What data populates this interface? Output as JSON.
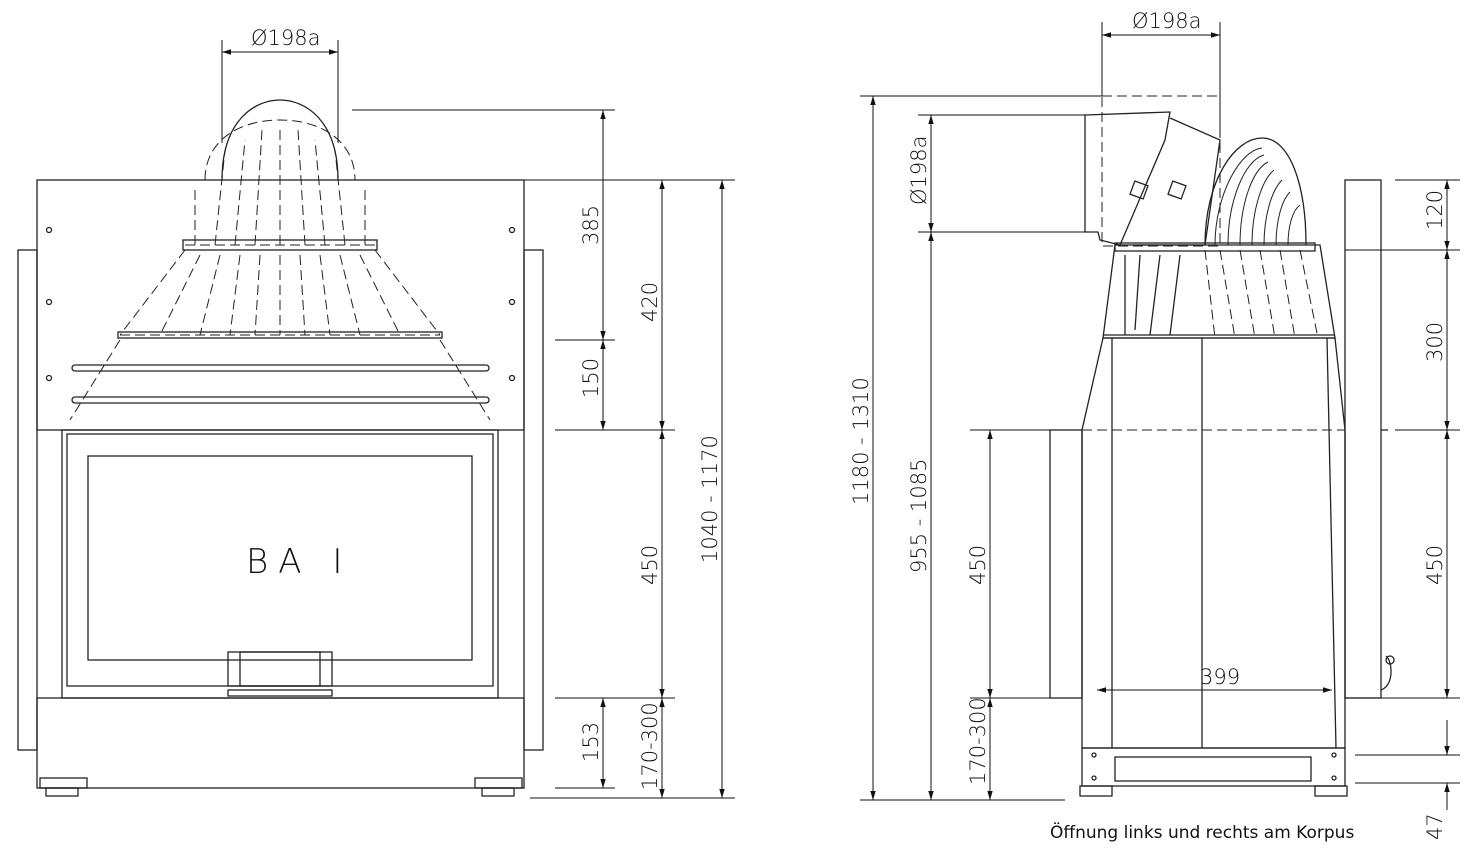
{
  "front_view": {
    "title": "BA I",
    "flue_diameter": "Ø198a",
    "dims": {
      "d385": "385",
      "d420": "420",
      "d150": "150",
      "d1040": "1040 - 1170",
      "d450": "450",
      "d153": "153",
      "d170": "170-300"
    }
  },
  "side_view": {
    "flue_diameter_top": "Ø198a",
    "flue_diameter_side": "Ø198a",
    "dims": {
      "d1180": "1180 - 1310",
      "d955": "955 - 1085",
      "d450_inner": "450",
      "d170": "170-300",
      "d120": "120",
      "d300": "300",
      "d450_right": "450",
      "d47": "47",
      "d399": "399"
    },
    "note": "Öffnung links und rechts am Korpus"
  }
}
